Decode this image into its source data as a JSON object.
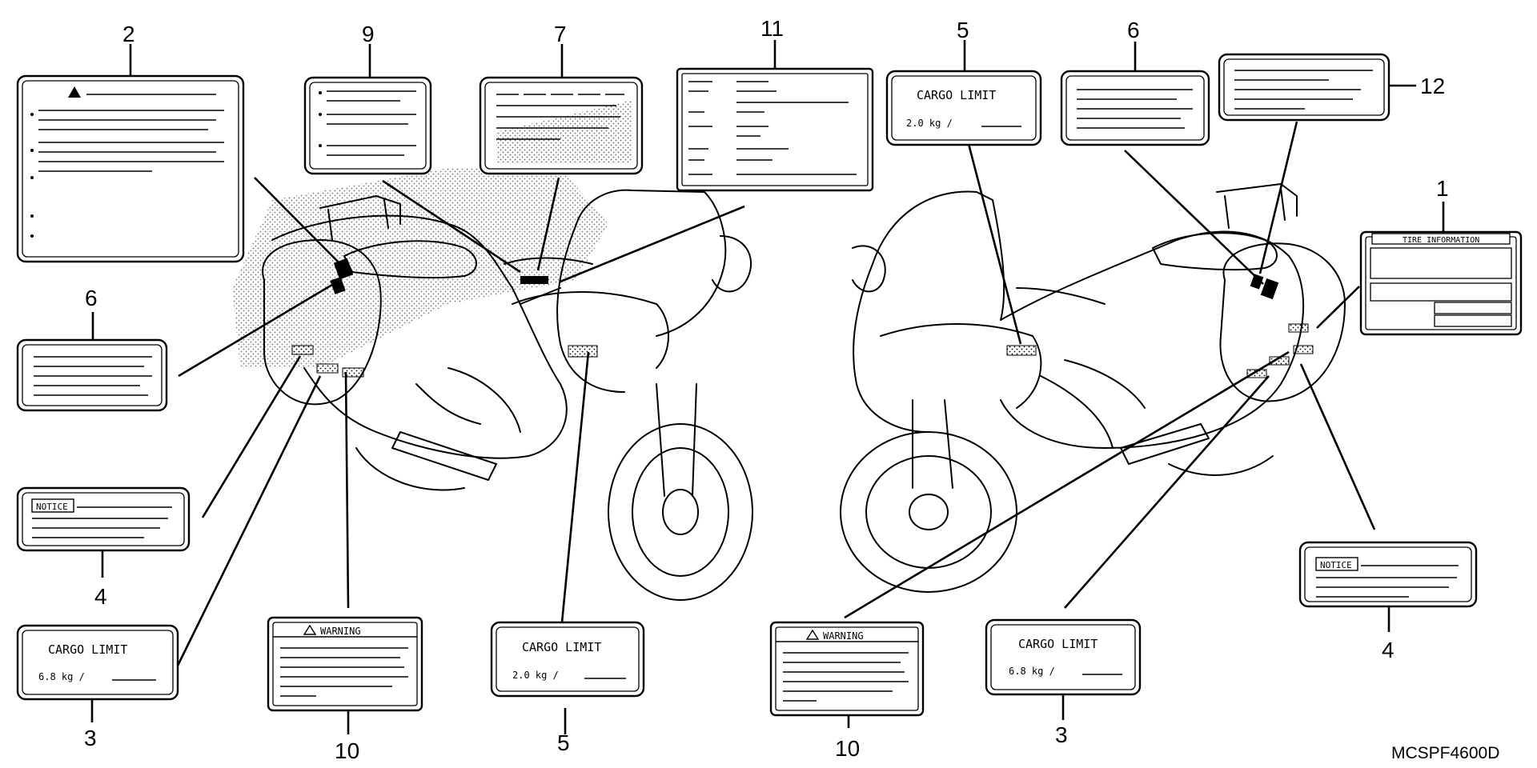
{
  "diagram": {
    "code": "MCSPF4600D",
    "callout_numbers": {
      "n1": "1",
      "n2": "2",
      "n3": "3",
      "n4": "4",
      "n5": "5",
      "n6": "6",
      "n7": "7",
      "n9": "9",
      "n10": "10",
      "n11": "11",
      "n12": "12"
    },
    "label_text": {
      "cargo_limit": "CARGO LIMIT",
      "cargo_small": "2.0 kg  /",
      "cargo_large": "6.8 kg  /",
      "notice": "NOTICE",
      "warning": "WARNING",
      "tire_information": "TIRE INFORMATION"
    },
    "colors": {
      "ink": "#000000",
      "paper": "#ffffff"
    }
  }
}
